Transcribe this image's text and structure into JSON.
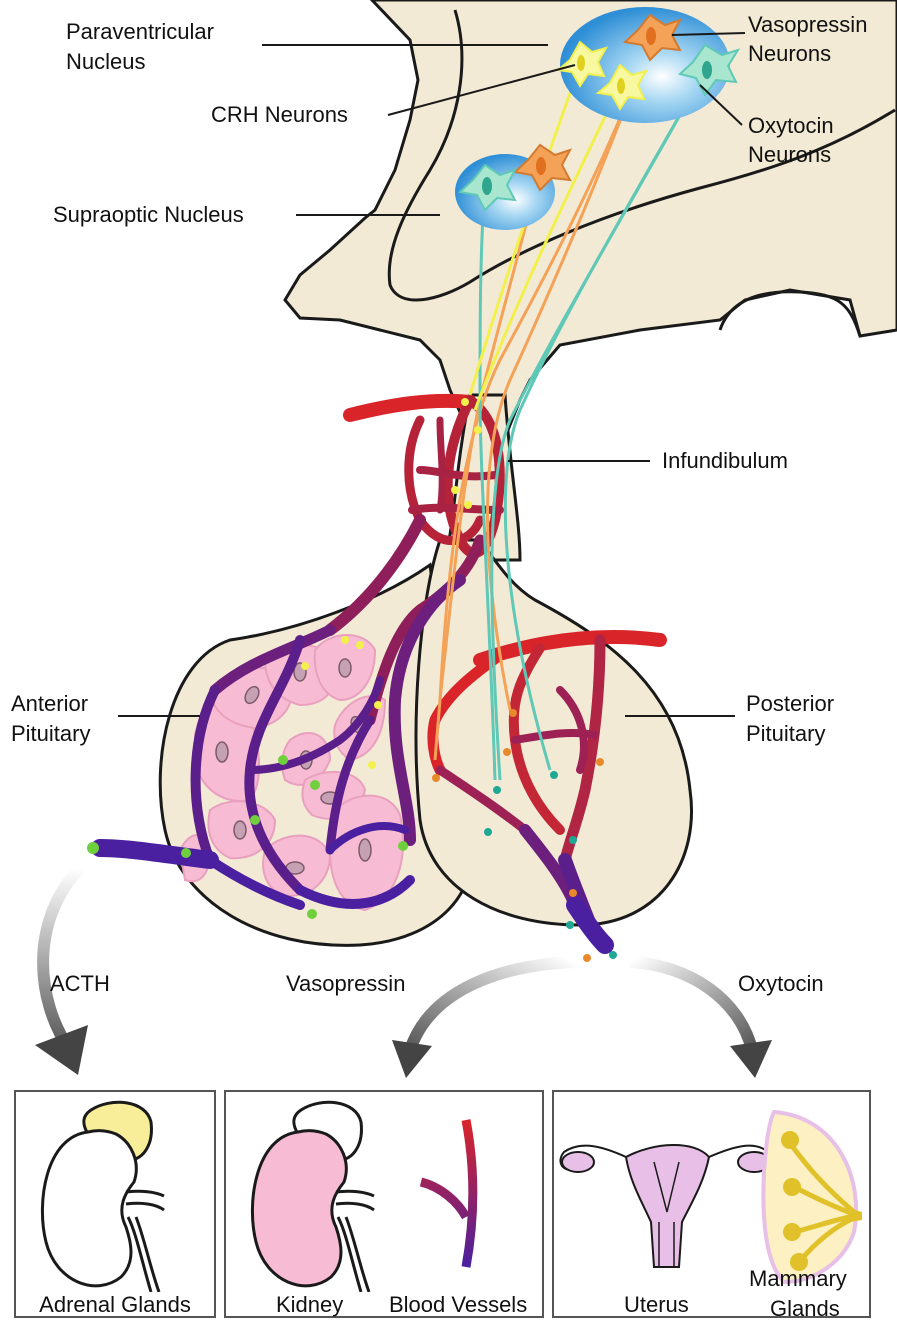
{
  "labels": {
    "paraventricular_1": "Paraventricular",
    "paraventricular_2": "Nucleus",
    "crh_neurons": "CRH Neurons",
    "supraoptic": "Supraoptic Nucleus",
    "vasopressin_neurons_1": "Vasopressin",
    "vasopressin_neurons_2": "Neurons",
    "oxytocin_neurons_1": "Oxytocin",
    "oxytocin_neurons_2": "Neurons",
    "infundibulum": "Infundibulum",
    "anterior_1": "Anterior",
    "anterior_2": "Pituitary",
    "posterior_1": "Posterior",
    "posterior_2": "Pituitary"
  },
  "hormones": {
    "acth": "ACTH",
    "vasopressin": "Vasopressin",
    "oxytocin": "Oxytocin"
  },
  "targets": {
    "adrenal": "Adrenal Glands",
    "kidney": "Kidney",
    "vessels": "Blood Vessels",
    "uterus": "Uterus",
    "mammary_1": "Mammary",
    "mammary_2": "Glands"
  },
  "colors": {
    "brain_tissue": "#f3ead5",
    "nucleus_blue": "#3f9fe0",
    "vasopressin": "#f4a257",
    "oxytocin": "#5fc8b6",
    "crh": "#f2f04a",
    "artery_red": "#d9252a",
    "vein_purple": "#4a1fa0",
    "anterior_cell_pink": "#f7bcd3",
    "adrenal_yellow": "#f8ee9a",
    "uterus_pink": "#e8bfe6",
    "mammary_gold": "#e1c12a"
  }
}
